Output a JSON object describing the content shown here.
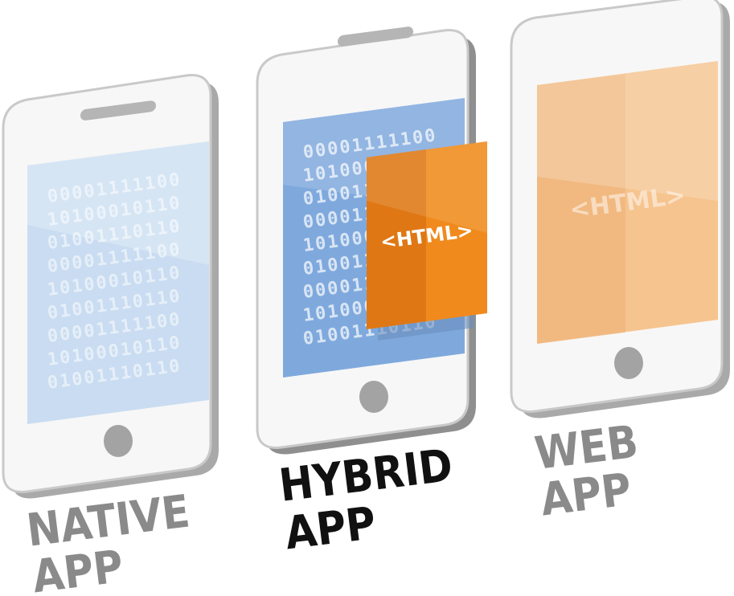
{
  "colors": {
    "phone_body": "#f7f7f7",
    "phone_edge": "#c9c9c9",
    "phone_shadow": "#9b9b9b",
    "native_screen": "#c9dcf1",
    "hybrid_screen": "#7fa9dd",
    "web_screen": "#f6c48e",
    "html_panel": "#f08a1c",
    "native_label": "#8a8a8a",
    "hybrid_label": "#111111",
    "web_label": "#8a8a8a"
  },
  "binary_rows": [
    "00001111100",
    "10100010110",
    "01001110110",
    "00001111100",
    "10100010110",
    "01001110110",
    "00001111100",
    "10100010110",
    "01001110110"
  ],
  "html_tag": "<HTML>",
  "phones": {
    "native": {
      "label_line1": "NATIVE",
      "label_line2": "APP"
    },
    "hybrid": {
      "label_line1": "HYBRID",
      "label_line2": "APP"
    },
    "web": {
      "label_line1": "WEB",
      "label_line2": "APP"
    }
  }
}
